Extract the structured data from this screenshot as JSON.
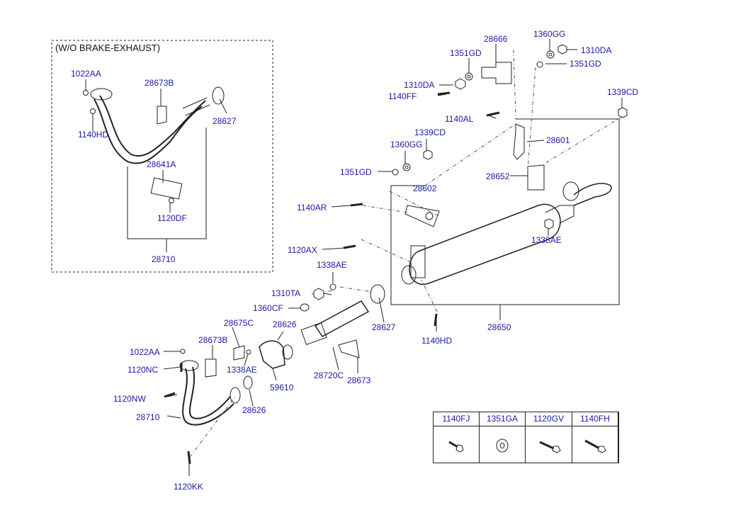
{
  "inset": {
    "title": "(W/O BRAKE-EXHAUST)"
  },
  "labels": {
    "l1022AA_top": "1022AA",
    "l28673B_top": "28673B",
    "l28627_top": "28627",
    "l1140HD_top": "1140HD",
    "l28641A": "28641A",
    "l1120DF": "1120DF",
    "l28710_top": "28710",
    "l28666": "28666",
    "l1360GG_top": "1360GG",
    "l1351GD_top": "1351GD",
    "l1310DA_right": "1310DA",
    "l1351GD_right": "1351GD",
    "l1310DA_left": "1310DA",
    "l1140FF": "1140FF",
    "l1339CD_right": "1339CD",
    "l1140AL": "1140AL",
    "l28601": "28601",
    "l1339CD_mid": "1339CD",
    "l1360GG_mid": "1360GG",
    "l1351GD_mid": "1351GD",
    "l28652": "28652",
    "l28602": "28602",
    "l1140AR": "1140AR",
    "l1338AE_right": "1338AE",
    "l1120AX": "1120AX",
    "l1338AE_mid": "1338AE",
    "l1310TA": "1310TA",
    "l1360CF": "1360CF",
    "l28626_mid": "28626",
    "l28627_mid": "28627",
    "l28650": "28650",
    "l1140HD_bottom": "1140HD",
    "l28675C": "28675C",
    "l28673B_bottom": "28673B",
    "l1022AA_bottom": "1022AA",
    "l1120NC": "1120NC",
    "l1338AE_bottom": "1338AE",
    "l28720C": "28720C",
    "l28673": "28673",
    "l59610": "59610",
    "l1120NW": "1120NW",
    "l28626_bottom": "28626",
    "l28710_bottom": "28710",
    "l1120KK": "1120KK"
  },
  "parts_table": {
    "columns": [
      "1140FJ",
      "1351GA",
      "1120GV",
      "1140FH"
    ]
  },
  "colors": {
    "label": "#1a1aa6",
    "line": "#222222",
    "dash": "#555555"
  }
}
